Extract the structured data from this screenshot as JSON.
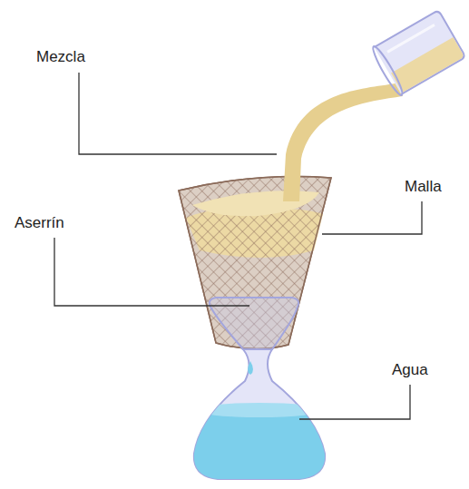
{
  "diagram": {
    "labels": [
      "Mezcla",
      "Malla",
      "Aserrín",
      "Agua"
    ]
  }
}
